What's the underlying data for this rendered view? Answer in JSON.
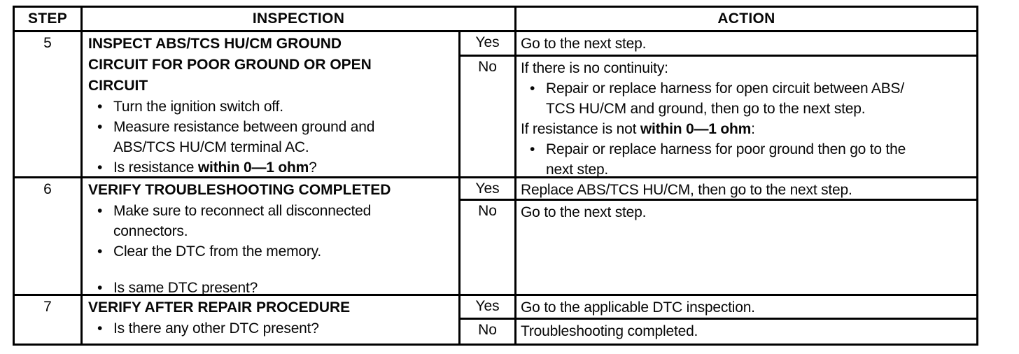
{
  "glyphs": {
    "bullet": "•"
  },
  "table": {
    "headers": {
      "step": "STEP",
      "inspection": "INSPECTION",
      "action": "ACTION"
    },
    "yes_label": "Yes",
    "no_label": "No",
    "rows": [
      {
        "step": "5",
        "inspection": {
          "title_lines": [
            "INSPECT ABS/TCS HU/CM GROUND",
            "CIRCUIT FOR POOR GROUND OR OPEN",
            "CIRCUIT"
          ],
          "items": [
            {
              "marker": "bullet",
              "pre": "Turn the ignition switch off.",
              "bold": "",
              "post": ""
            },
            {
              "marker": "bullet",
              "pre": "Measure resistance between ground and",
              "bold": "",
              "post": ""
            },
            {
              "marker": "cont",
              "pre": "ABS/TCS HU/CM terminal AC.",
              "bold": "",
              "post": ""
            },
            {
              "marker": "bullet",
              "pre": "Is resistance ",
              "bold": "within 0—1 ohm",
              "post": "?"
            }
          ]
        },
        "yes_action": {
          "lines": [
            {
              "marker": "none",
              "pre": "Go to the next step.",
              "bold": "",
              "post": ""
            }
          ]
        },
        "no_action": {
          "lines": [
            {
              "marker": "none",
              "pre": "If there is no continuity:",
              "bold": "",
              "post": ""
            },
            {
              "marker": "bullet",
              "pre": "Repair or replace harness for open circuit between ABS/",
              "bold": "",
              "post": ""
            },
            {
              "marker": "cont",
              "pre": "TCS HU/CM and ground, then go to the next step.",
              "bold": "",
              "post": ""
            },
            {
              "marker": "none",
              "pre": "If resistance is not ",
              "bold": "within 0—1 ohm",
              "post": ":"
            },
            {
              "marker": "bullet",
              "pre": "Repair or replace harness for poor ground then go to the",
              "bold": "",
              "post": ""
            },
            {
              "marker": "cont",
              "pre": "next step.",
              "bold": "",
              "post": ""
            }
          ]
        }
      },
      {
        "step": "6",
        "inspection": {
          "title_lines": [
            "VERIFY TROUBLESHOOTING COMPLETED"
          ],
          "items": [
            {
              "marker": "bullet",
              "pre": "Make sure to reconnect all disconnected",
              "bold": "",
              "post": ""
            },
            {
              "marker": "cont",
              "pre": "connectors.",
              "bold": "",
              "post": ""
            },
            {
              "marker": "bullet",
              "pre": "Clear the DTC from the memory.",
              "bold": "",
              "post": ""
            },
            {
              "marker": "bullet",
              "pre": "Is same DTC present?",
              "bold": "",
              "post": "",
              "gap_before": true
            }
          ]
        },
        "yes_action": {
          "lines": [
            {
              "marker": "none",
              "pre": "Replace ABS/TCS HU/CM, then go to the next step.",
              "bold": "",
              "post": ""
            }
          ]
        },
        "no_action": {
          "lines": [
            {
              "marker": "none",
              "pre": "Go to the next step.",
              "bold": "",
              "post": ""
            }
          ]
        }
      },
      {
        "step": "7",
        "inspection": {
          "title_lines": [
            "VERIFY AFTER REPAIR PROCEDURE"
          ],
          "items": [
            {
              "marker": "bullet",
              "pre": "Is there any other DTC present?",
              "bold": "",
              "post": ""
            }
          ]
        },
        "yes_action": {
          "lines": [
            {
              "marker": "none",
              "pre": "Go to the applicable DTC inspection.",
              "bold": "",
              "post": ""
            }
          ]
        },
        "no_action": {
          "lines": [
            {
              "marker": "none",
              "pre": "Troubleshooting completed.",
              "bold": "",
              "post": ""
            }
          ]
        }
      }
    ]
  }
}
